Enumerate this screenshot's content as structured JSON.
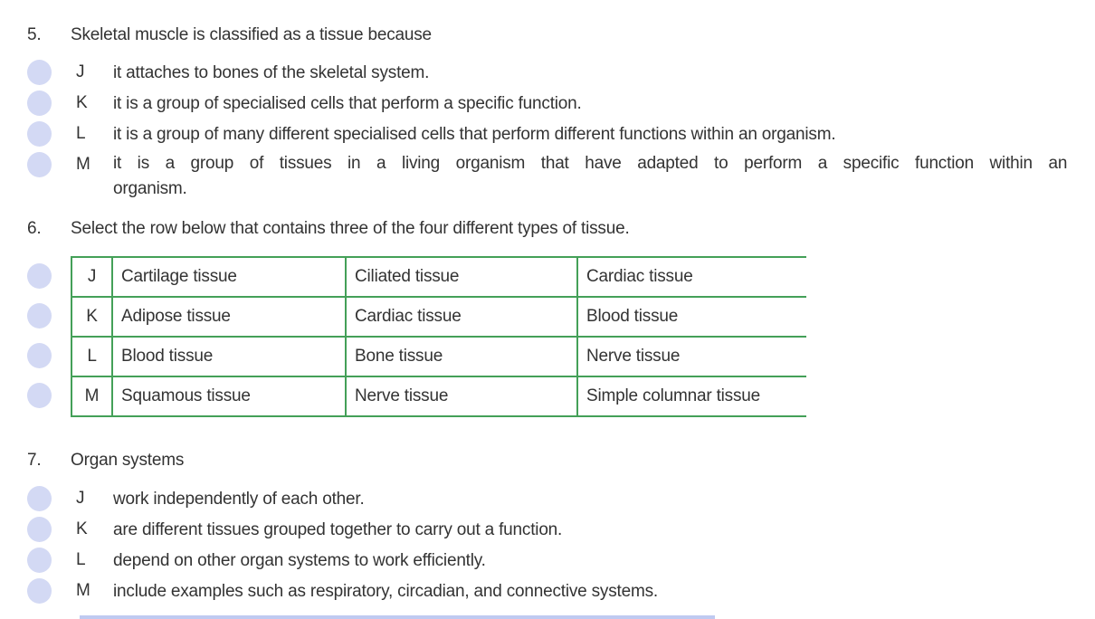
{
  "colors": {
    "table_border_green": "#44a058",
    "answer_bubble": "#d3d9f4",
    "body_text": "#333333",
    "bottom_accent": "#bfcaf1"
  },
  "q5": {
    "number": "5.",
    "text": "Skeletal muscle is classified as a tissue because",
    "options": [
      {
        "letter": "J",
        "text": "it attaches to bones of the skeletal system."
      },
      {
        "letter": "K",
        "text": "it is a group of specialised cells that perform a specific function."
      },
      {
        "letter": "L",
        "text": "it is a group of many different specialised cells that perform different functions within an organism."
      },
      {
        "letter": "M",
        "text": "it is a group of tissues in a living organism that have adapted to perform a specific function within an",
        "text2": "organism."
      }
    ]
  },
  "q6": {
    "number": "6.",
    "text": "Select the row below that contains three of the four different types of tissue.",
    "table": {
      "rows": [
        {
          "letter": "J",
          "cells": [
            "Cartilage tissue",
            "Ciliated tissue",
            "Cardiac tissue"
          ]
        },
        {
          "letter": "K",
          "cells": [
            "Adipose tissue",
            "Cardiac tissue",
            "Blood tissue"
          ]
        },
        {
          "letter": "L",
          "cells": [
            "Blood tissue",
            "Bone tissue",
            "Nerve tissue"
          ]
        },
        {
          "letter": "M",
          "cells": [
            "Squamous tissue",
            "Nerve tissue",
            "Simple columnar tissue"
          ]
        }
      ]
    }
  },
  "q7": {
    "number": "7.",
    "text": "Organ systems",
    "options": [
      {
        "letter": "J",
        "text": "work independently of each other."
      },
      {
        "letter": "K",
        "text": "are different tissues grouped together to carry out a function."
      },
      {
        "letter": "L",
        "text": "depend on other organ systems to work efficiently."
      },
      {
        "letter": "M",
        "text": "include examples such as respiratory, circadian, and connective systems."
      }
    ]
  }
}
